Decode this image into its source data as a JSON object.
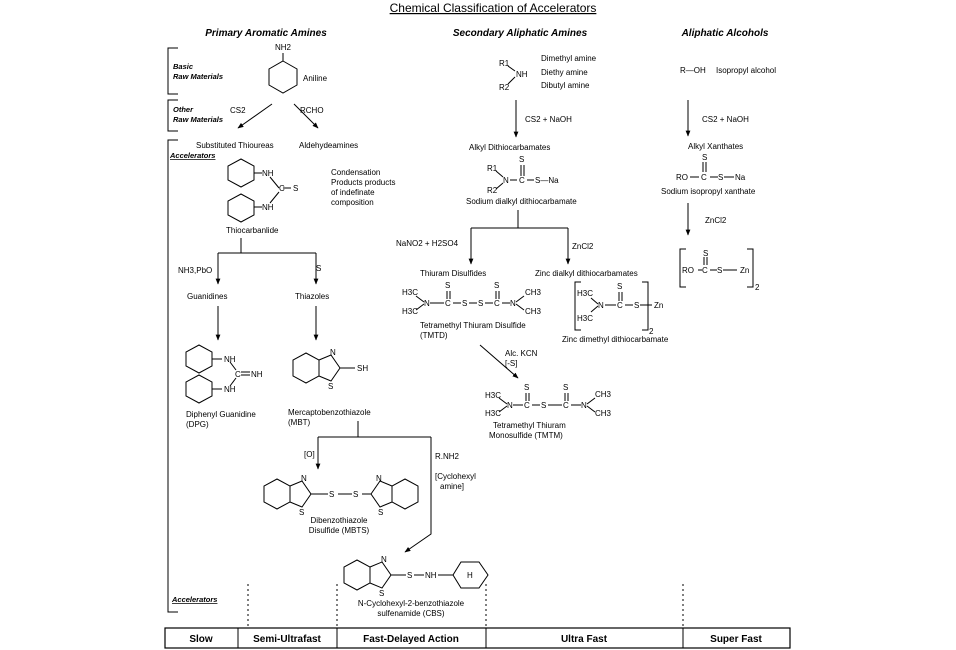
{
  "title": "Chemical Classification of Accelerators",
  "columns": {
    "aromatic": "Primary Aromatic Amines",
    "aliphatic": "Secondary Aliphatic Amines",
    "alcohols": "Aliphatic Alcohols"
  },
  "side": {
    "basic1": "Basic",
    "basic2": "Raw Materials",
    "other1": "Other",
    "other2": "Raw Materials",
    "acc_top": "Accelerators",
    "acc_bottom": "Accelerators"
  },
  "aromatic": {
    "nh2": "NH2",
    "aniline": "Aniline",
    "cs2": "CS2",
    "rcho": "RCHO",
    "thioureas": "Substituted Thioureas",
    "aldehydeamines": "Aldehydeamines",
    "condensation1": "Condensation",
    "condensation2": "Products products",
    "condensation3": "of indefinate",
    "condensation4": "composition",
    "thiocarbanlide": "Thiocarbanlide",
    "nh3pbo": "NH3,PbO",
    "s": "S",
    "guanidines": "Guanidines",
    "thiazoles": "Thiazoles",
    "dpg1": "Diphenyl Guanidine",
    "dpg2": "(DPG)",
    "mbt1": "Mercaptobenzothiazole",
    "mbt2": "(MBT)",
    "o": "[O]",
    "rnh2": "R.NH2",
    "cyclo1": "[Cyclohexyl",
    "cyclo2": "amine]",
    "mbts1": "Dibenzothiazole",
    "mbts2": "Disulfide (MBTS)",
    "cbs1": "N-Cyclohexyl-2-benzothiazole",
    "cbs2": "sulfenamide (CBS)"
  },
  "aliphatic": {
    "amine1": "Dimethyl amine",
    "amine2": "Diethy amine",
    "amine3": "Dibutyl amine",
    "reagent1": "CS2 + NaOH",
    "dithiocarbamates": "Alkyl Dithiocarbamates",
    "sodium": "Sodium dialkyl dithiocarbamate",
    "nano2": "NaNO2 + H2SO4",
    "zncl2": "ZnCl2",
    "thiuram": "Thiuram Disulfides",
    "zinc": "Zinc dialkyl dithiocarbamates",
    "tmtd1": "Tetramethyl Thiuram Disulfide",
    "tmtd2": "(TMTD)",
    "zdmc": "Zinc dimethyl dithiocarbamate",
    "kcn1": "Alc. KCN",
    "kcn2": "[-S]",
    "tmtm1": "Tetramethyl Thiuram",
    "tmtm2": "Monosulfide (TMTM)"
  },
  "alcohols": {
    "roh": "R—OH",
    "isopropyl": "Isopropyl alcohol",
    "reagent": "CS2 + NaOH",
    "xanthates": "Alkyl Xanthates",
    "sodium": "Sodium isopropyl xanthate",
    "zncl2": "ZnCl2"
  },
  "speed_bar": [
    "Slow",
    "Semi-Ultrafast",
    "Fast-Delayed Action",
    "Ultra Fast",
    "Super Fast"
  ]
}
